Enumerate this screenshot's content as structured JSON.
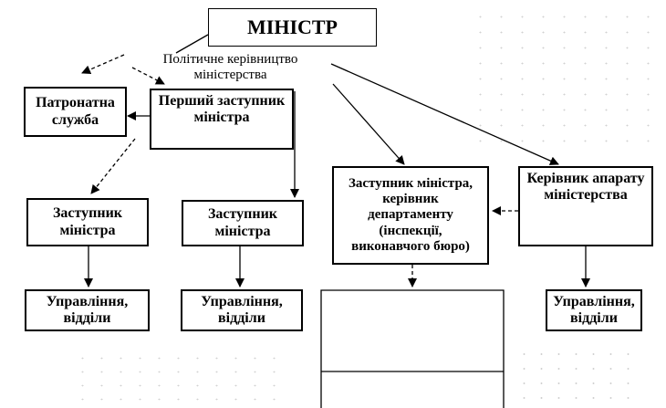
{
  "diagram": {
    "minister": "МІНІСТР",
    "political_leadership": [
      "Політичне керівництво",
      "міністерства"
    ],
    "patronage_service": [
      "Патронатна",
      "служба"
    ],
    "first_deputy": [
      "Перший заступник",
      "міністра"
    ],
    "deputy_left": [
      "Заступник",
      "міністра"
    ],
    "deputy_mid": [
      "Заступник",
      "міністра"
    ],
    "deputy_department": [
      "Заступник міністра,",
      "керівник",
      "департаменту",
      "(інспекції,",
      "виконавчого бюро)"
    ],
    "apparatus_head": [
      "Керівник апарату",
      "міністерства"
    ],
    "departments_left": [
      "Управління,",
      "відділи"
    ],
    "departments_mid": [
      "Управління,",
      "відділи"
    ],
    "departments_right": [
      "Управління,",
      "відділи"
    ]
  }
}
